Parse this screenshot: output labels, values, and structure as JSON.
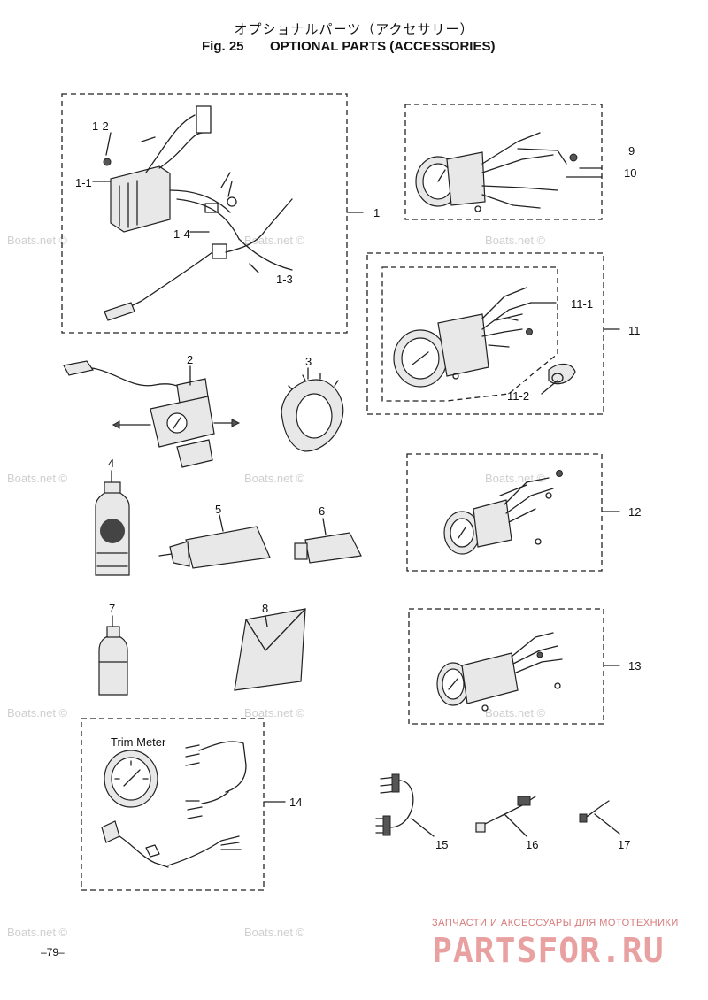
{
  "header": {
    "title_jp": "オプショナルパーツ（アクセサリー）",
    "fig_no": "Fig. 25",
    "fig_title": "OPTIONAL PARTS (ACCESSORIES)"
  },
  "callouts": {
    "c1": "1",
    "c1_1": "1-1",
    "c1_2": "1-2",
    "c1_3": "1-3",
    "c1_4": "1-4",
    "c2": "2",
    "c3": "3",
    "c4": "4",
    "c5": "5",
    "c6": "6",
    "c7": "7",
    "c8": "8",
    "c9": "9",
    "c10": "10",
    "c11": "11",
    "c11_1": "11-1",
    "c11_2": "11-2",
    "c12": "12",
    "c13": "13",
    "c14": "14",
    "c15": "15",
    "c16": "16",
    "c17": "17"
  },
  "trim_meter_label": "Trim Meter",
  "watermark": {
    "boats": "Boats.net ©",
    "brand_line": "ЗАПЧАСТИ И АКСЕССУАРЫ ДЛЯ МОТОТЕХНИКИ",
    "brand_logo": "PARTSFOR.RU"
  },
  "page_number": "–79–"
}
